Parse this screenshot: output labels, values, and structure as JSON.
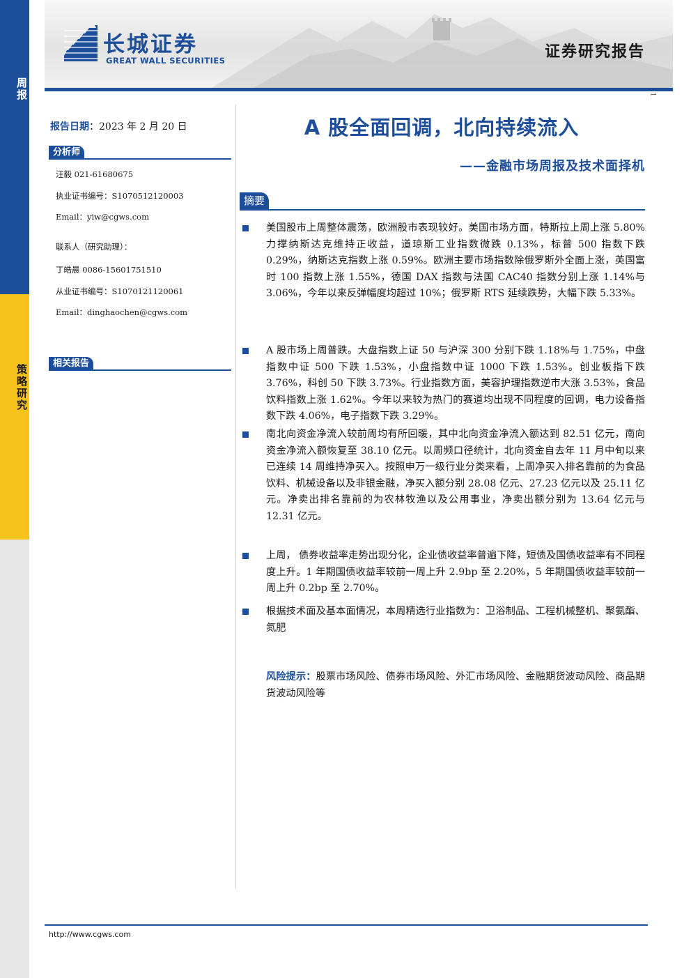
{
  "sidebar": {
    "top_label": "周报",
    "bottom_label": "策略研究"
  },
  "header": {
    "logo_cn": "长城证券",
    "logo_en": "GREAT WALL SECURITIES",
    "report_type": "证券研究报告",
    "page_number": "1"
  },
  "left": {
    "date_label": "报告日期",
    "date_value": "：2023 年 2 月 20 日",
    "analyst_heading": "分析师",
    "analyst_lines": [
      "汪毅 021-61680675",
      "执业证书编号：S1070512120003",
      "Email：yiw@cgws.com",
      "联系人（研究助理）：",
      "丁皓晨 0086-15601751510",
      "从业证书编号：S1070121120061",
      "Email：dinghaochen@cgws.com"
    ],
    "related_heading": "相关报告"
  },
  "main": {
    "title": "A 股全面回调，北向持续流入",
    "subtitle": "——金融市场周报及技术面择机",
    "abstract_heading": "摘要",
    "bullets": [
      "美国股市上周整体震荡，欧洲股市表现较好。美国市场方面，特斯拉上周上涨 5.80%力撑纳斯达克维持正收益，道琼斯工业指数微跌 0.13%，标普 500 指数下跌 0.29%，纳斯达克指数上涨 0.59%。欧洲主要市场指数除俄罗斯外全面上涨，英国富时 100 指数上涨 1.55%，德国 DAX 指数与法国 CAC40 指数分别上涨 1.14%与 3.06%，今年以来反弹幅度均超过 10%；俄罗斯 RTS 延续跌势，大幅下跌 5.33%。",
      "A 股市场上周普跌。大盘指数上证 50 与沪深 300 分别下跌 1.18%与 1.75%，中盘指数中证 500 下跌 1.53%，小盘指数中证 1000 下跌 1.53%。创业板指下跌 3.76%，科创 50 下跌 3.73%。行业指数方面，美容护理指数逆市大涨 3.53%，食品饮料指数上涨 1.62%。今年以来较为热门的赛道均出现不同程度的回调，电力设备指数下跌 4.06%，电子指数下跌 3.29%。",
      "南北向资金净流入较前周均有所回暖，其中北向资金净流入额达到 82.51 亿元，南向资金净流入额恢复至 38.10 亿元。以周频口径统计，北向资金自去年 11 月中旬以来已连续 14 周维持净买入。按照申万一级行业分类来看，上周净买入排名靠前的为食品饮料、机械设备以及非银金融，净买入额分别 28.08 亿元、27.23 亿元以及 25.11 亿元。净卖出排名靠前的为农林牧渔以及公用事业，净卖出额分别为 13.64 亿元与 12.31 亿元。",
      "上周， 债券收益率走势出现分化，企业债收益率普遍下降，短债及国债收益率有不同程度上升。1 年期国债收益率较前一周上升 2.9bp 至 2.20%，5 年期国债收益率较前一周上升 0.2bp 至 2.70%。",
      "根据技术面及基本面情况，本周精选行业指数为：卫浴制品、工程机械整机、聚氨酯、氮肥"
    ],
    "risk_label": "风险提示：",
    "risk_text": "股票市场风险、债券市场风险、外汇市场风险、金融期货波动风险、商品期货波动风险等"
  },
  "footer": {
    "url": "http://www.cgws.com"
  },
  "colors": {
    "brand_blue": "#1d4e9a",
    "accent_yellow": "#f6c21b",
    "stripe_grey": "#e6e6e6"
  }
}
